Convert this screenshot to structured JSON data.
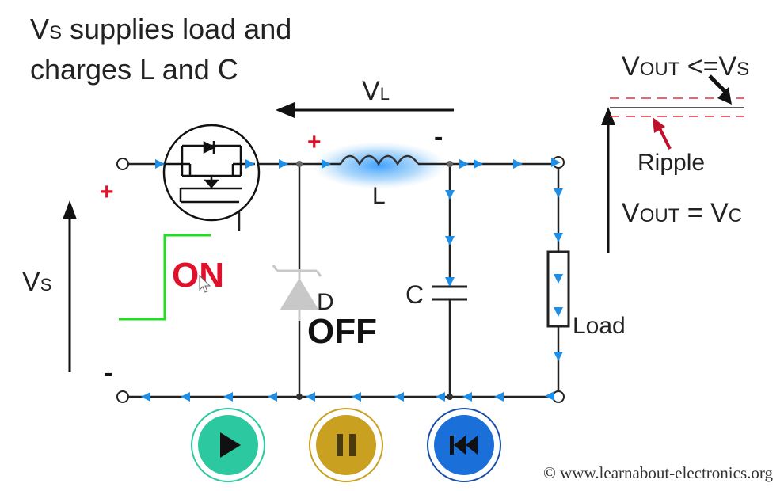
{
  "title": {
    "line1_prefix": "V",
    "line1_sub": "S",
    "line1_rest": " supplies load and",
    "line2": "charges L and C"
  },
  "labels": {
    "vl_main": "V",
    "vl_sub": "L",
    "vs_main": "V",
    "vs_sub": "S",
    "plus": "+",
    "minus": "-",
    "inductor": "L",
    "diode": "D",
    "capacitor": "C",
    "load": "Load",
    "switch_state": "ON",
    "diode_state": "OFF"
  },
  "output_panel": {
    "vout_le_vs": {
      "v": "V",
      "out": "OUT",
      "op": " <=V",
      "s": "S"
    },
    "ripple": "Ripple",
    "vout_eq_vc": {
      "v": "V",
      "out": "OUT",
      "op": " = V",
      "c": "C"
    }
  },
  "controls": {
    "play": "play-icon",
    "pause": "pause-icon",
    "rewind": "rewind-icon"
  },
  "copyright": "© www.learnabout-electronics.org",
  "colors": {
    "wire": "#222222",
    "current_arrow": "#1e8ee6",
    "polarity": "#e0102a",
    "on_text": "#e0102a",
    "gate_pulse": "#22dd22",
    "diode_off": "#c8c8c8",
    "ripple_line": "#e03040",
    "play_button": "#2cc8a0",
    "pause_button": "#c9a020",
    "rewind_button": "#1a6fd8"
  }
}
